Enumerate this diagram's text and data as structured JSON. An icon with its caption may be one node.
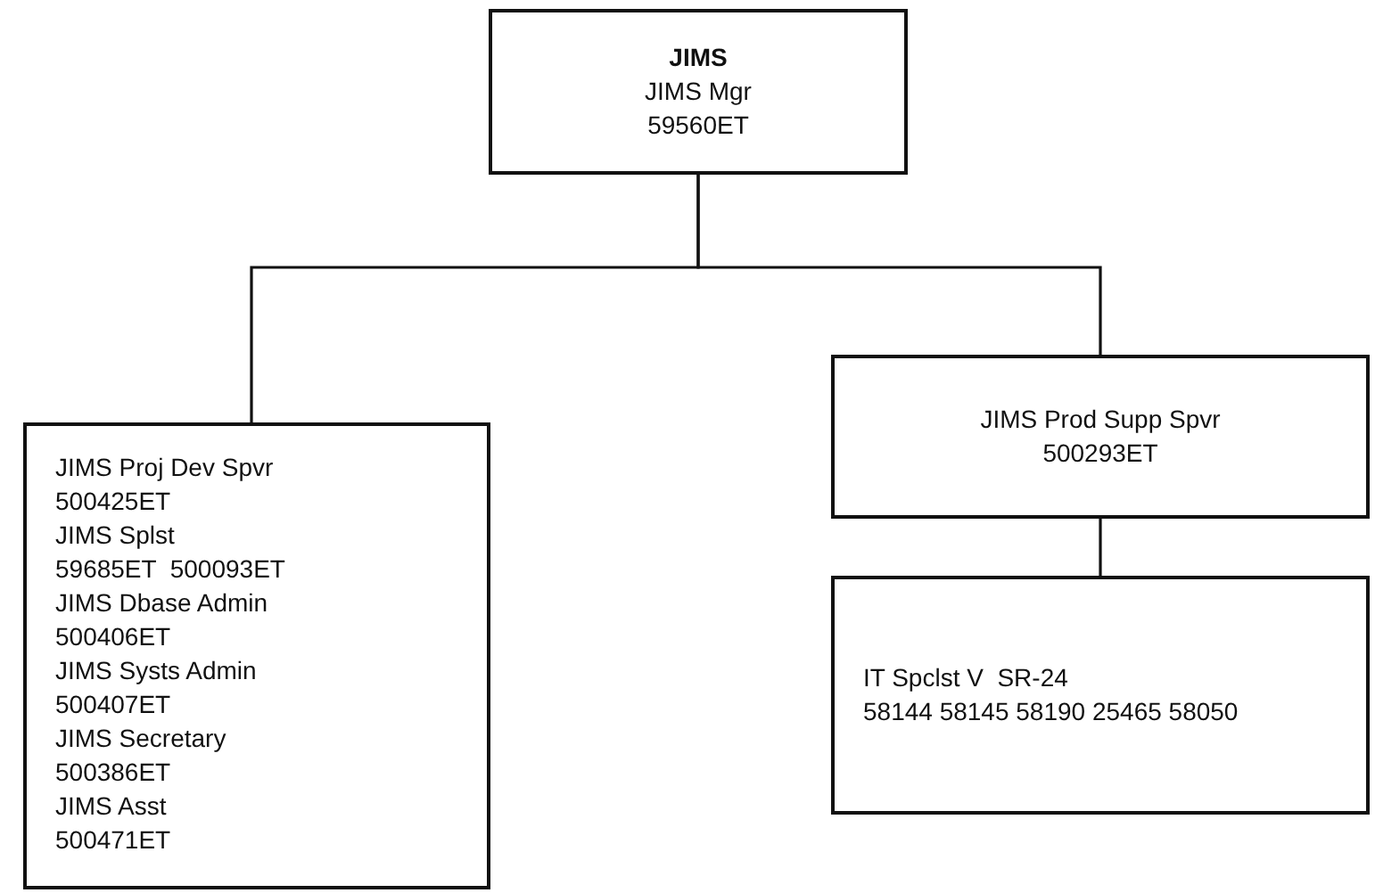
{
  "diagram": {
    "nodes": [
      {
        "text": [
          "JIMS",
          "JIMS Mgr",
          "59560ET"
        ]
      },
      {
        "text": [
          "JIMS Proj Dev Spvr",
          "500425ET",
          "JIMS Splst",
          "59685ET  500093ET",
          "JIMS Dbase Admin",
          "500406ET",
          "JIMS Systs Admin",
          "500407ET",
          "JIMS Secretary",
          "500386ET",
          "JIMS Asst",
          "500471ET"
        ]
      },
      {
        "text": [
          "JIMS Prod Supp Spvr",
          "500293ET"
        ]
      },
      {
        "text": [
          "IT Spclst V  SR-24",
          "58144 58145 58190 25465 58050"
        ]
      }
    ],
    "edges": [
      {
        "from": 0,
        "to": 1,
        "arrow": "none"
      },
      {
        "from": 0,
        "to": 2,
        "arrow": "none"
      },
      {
        "from": 2,
        "to": 3,
        "arrow": "none"
      }
    ]
  }
}
